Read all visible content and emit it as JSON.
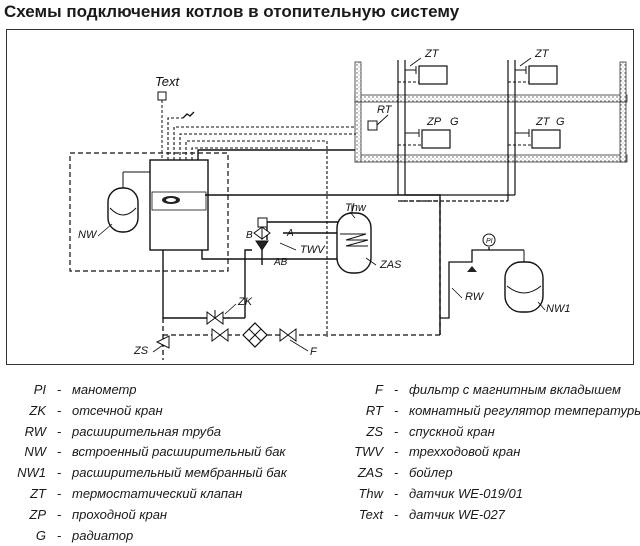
{
  "title": "Схемы подключения котлов в отопительную систему",
  "labels": {
    "text_sensor": "Text",
    "zt_1": "ZT",
    "zt_2": "ZT",
    "rt": "RT",
    "zp": "ZP",
    "g_1": "G",
    "zt_3": "ZT",
    "g_2": "G",
    "nw": "NW",
    "thw": "Thw",
    "b": "B",
    "a": "A",
    "ab": "AB",
    "twv": "TWV",
    "zas": "ZAS",
    "pi": "PI",
    "rw": "RW",
    "nw1": "NW1",
    "zk": "ZK",
    "zs": "ZS",
    "f": "F"
  },
  "legend_left": [
    {
      "code": "PI",
      "dash": "-",
      "text": "манометр"
    },
    {
      "code": "ZK",
      "dash": "-",
      "text": "отсечной кран"
    },
    {
      "code": "RW",
      "dash": "-",
      "text": "расширительная труба"
    },
    {
      "code": "NW",
      "dash": "-",
      "text": "встроенный расширительный бак"
    },
    {
      "code": "NW1",
      "dash": "-",
      "text": "расширительный мембранный бак"
    },
    {
      "code": "ZT",
      "dash": "-",
      "text": "термостатический клапан"
    },
    {
      "code": "ZP",
      "dash": "-",
      "text": "проходной кран"
    },
    {
      "code": "G",
      "dash": "-",
      "text": "радиатор"
    }
  ],
  "legend_right": [
    {
      "code": "F",
      "dash": "-",
      "text": "фильтр с магнитным вкладышем"
    },
    {
      "code": "RT",
      "dash": "-",
      "text": "комнатный регулятор температуры"
    },
    {
      "code": "ZS",
      "dash": "-",
      "text": "спускной кран"
    },
    {
      "code": "TWV",
      "dash": "-",
      "text": "трехходовой кран"
    },
    {
      "code": "ZAS",
      "dash": "-",
      "text": "бойлер"
    },
    {
      "code": "Thw",
      "dash": "-",
      "text": "датчик WE-019/01"
    },
    {
      "code": "Text",
      "dash": "-",
      "text": "датчик WE-027"
    }
  ]
}
